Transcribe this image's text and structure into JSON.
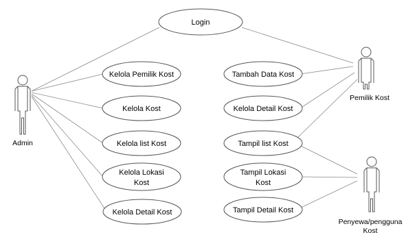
{
  "actors": {
    "admin": {
      "label": "Admin"
    },
    "pemilik": {
      "label": "Pemilik Kost"
    },
    "penyewa": {
      "label_line1": "Penyewa/pengguna",
      "label_line2": "Kost"
    }
  },
  "use_cases": {
    "login": "Login",
    "kelola_pemilik_kost": "Kelola Pemilik Kost",
    "kelola_kost": "Kelola Kost",
    "kelola_list_kost": "Kelola list Kost",
    "kelola_lokasi_kost_line1": "Kelola Lokasi",
    "kelola_lokasi_kost_line2": "Kost",
    "kelola_detail_kost_admin": "Kelola Detail Kost",
    "tambah_data_kost": "Tambah Data Kost",
    "kelola_detail_kost_pemilik": "Kelola Detail Kost",
    "tampil_list_kost": "Tampil list Kost",
    "tampil_lokasi_kost_line1": "Tampil Lokasi",
    "tampil_lokasi_kost_line2": "Kost",
    "tampil_detail_kost": "Tampil Detail Kost"
  },
  "colors": {
    "stroke": "#555555",
    "association": "#8a8a8a"
  }
}
